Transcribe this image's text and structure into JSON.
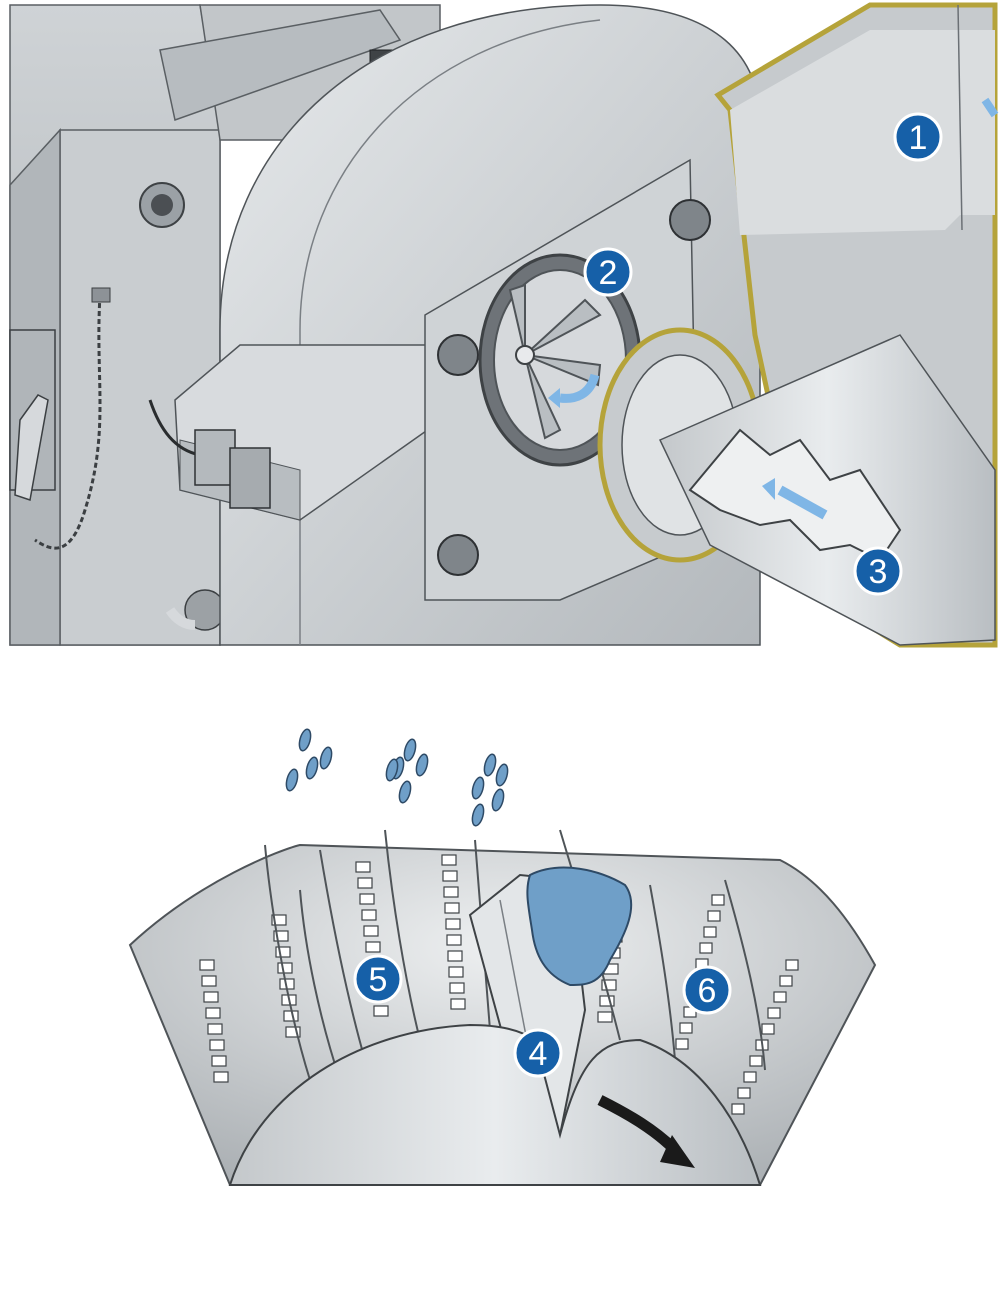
{
  "figure": {
    "upper_panel": {
      "description_hidden": "",
      "callouts": [
        {
          "id": "callout-1",
          "label": "1"
        },
        {
          "id": "callout-2",
          "label": "2"
        },
        {
          "id": "callout-3",
          "label": "3"
        }
      ]
    },
    "lower_panel": {
      "callouts": [
        {
          "id": "callout-4",
          "label": "4"
        },
        {
          "id": "callout-5",
          "label": "5"
        },
        {
          "id": "callout-6",
          "label": "6"
        }
      ]
    }
  },
  "colors": {
    "badge_fill": "#1660a8",
    "badge_ring": "#ffffff",
    "flow_arrow": "#7fb6e6",
    "product": "#6f9fc8",
    "hopper_outline": "#b5a33a",
    "rotation_arrow": "#1a1a1a",
    "steel_light": "#d9dde0",
    "steel_mid": "#b8bdc1",
    "steel_dark": "#8e9499"
  }
}
